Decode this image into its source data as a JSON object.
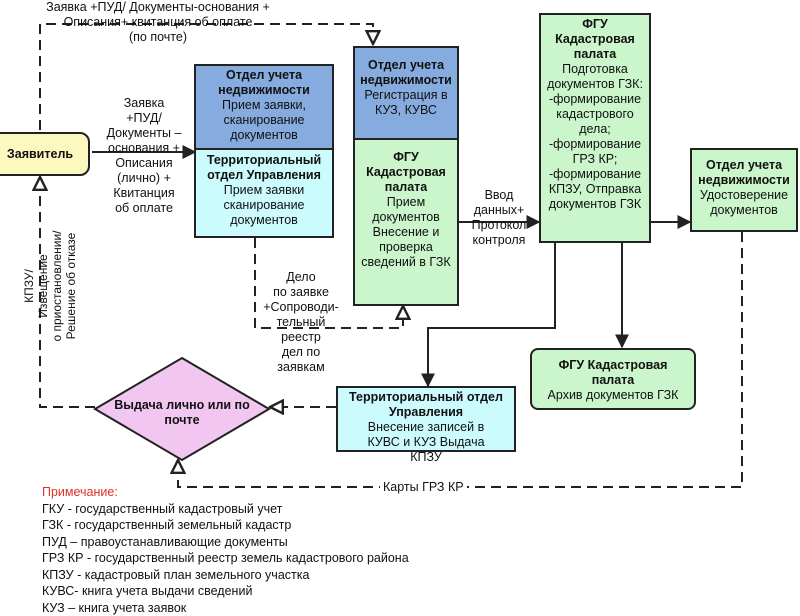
{
  "applicant": {
    "label": "Заявитель"
  },
  "top_label": [
    "Заявка +ПУД/ Документы-основания +",
    "Описания+ квитанция об оплате",
    "(по почте)"
  ],
  "left_label": [
    "Заявка",
    "+ПУД/",
    "Документы –",
    "основания +",
    "Описания",
    "(лично) +",
    "Квитанция",
    "об оплате"
  ],
  "dept_reception": {
    "header": "Отдел учета недвижимости",
    "body": "Прием заявки, сканирование документов"
  },
  "terr_reception": {
    "header": "Территориальный отдел Управления",
    "body": "Прием заявки сканирование документов"
  },
  "dept_registration": {
    "header": "Отдел учета недвижимости",
    "body": "Регистрация в КУЗ, КУВС"
  },
  "fgu_entry": {
    "header": "ФГУ Кадастровая палата",
    "body": "Прием документов Внесение и проверка сведений в ГЗК"
  },
  "fgu_prep": {
    "header": "ФГУ Кадастровая палата",
    "body": "Подготовка документов ГЗК: -формирование кадастрового дела; -формирование ГРЗ КР; -формирование КПЗУ, Отправка документов ГЗК"
  },
  "dept_cert": {
    "header": "Отдел учета недвижимости",
    "body": "Удостоверение документов"
  },
  "fgu_archive": {
    "header": "ФГУ Кадастровая палата",
    "body": "Архив документов ГЗК"
  },
  "terr_issue": {
    "header": "Территориальный отдел Управления",
    "body": "Внесение записей в КУВС и КУЗ Выдача КПЗУ"
  },
  "issue_decision": {
    "label": "Выдача лично или по почте"
  },
  "data_entry_label": [
    "Ввод",
    "данных+",
    "Протокол",
    "контроля"
  ],
  "case_label": [
    "Дело",
    "по заявке",
    "+Сопроводи-",
    "тельный",
    "реестр",
    "дел по",
    "заявкам"
  ],
  "bottom_label": "Карты ГРЗ КР",
  "vertical_label": [
    "КПЗУ/",
    "Извещение",
    "о приостановлении/",
    "Решение об отказе"
  ],
  "notes": {
    "title": "Примечание:",
    "items": [
      "ГКУ - государственный кадастровый учет",
      "ГЗК - государственный земельный кадастр",
      "ПУД – правоустанавливающие документы",
      "ГРЗ КР - государственный реестр земель кадастрового района",
      "КПЗУ - кадастровый план земельного участка",
      "КУВС- книга учета выдачи сведений",
      "КУЗ – книга учета заявок"
    ]
  },
  "colors": {
    "blue": "#86acdf",
    "cyan": "#ccfbfd",
    "green": "#cbf5cb",
    "yellow": "#fdf8c0",
    "pink": "#f1c6f1",
    "line": "#222222"
  }
}
